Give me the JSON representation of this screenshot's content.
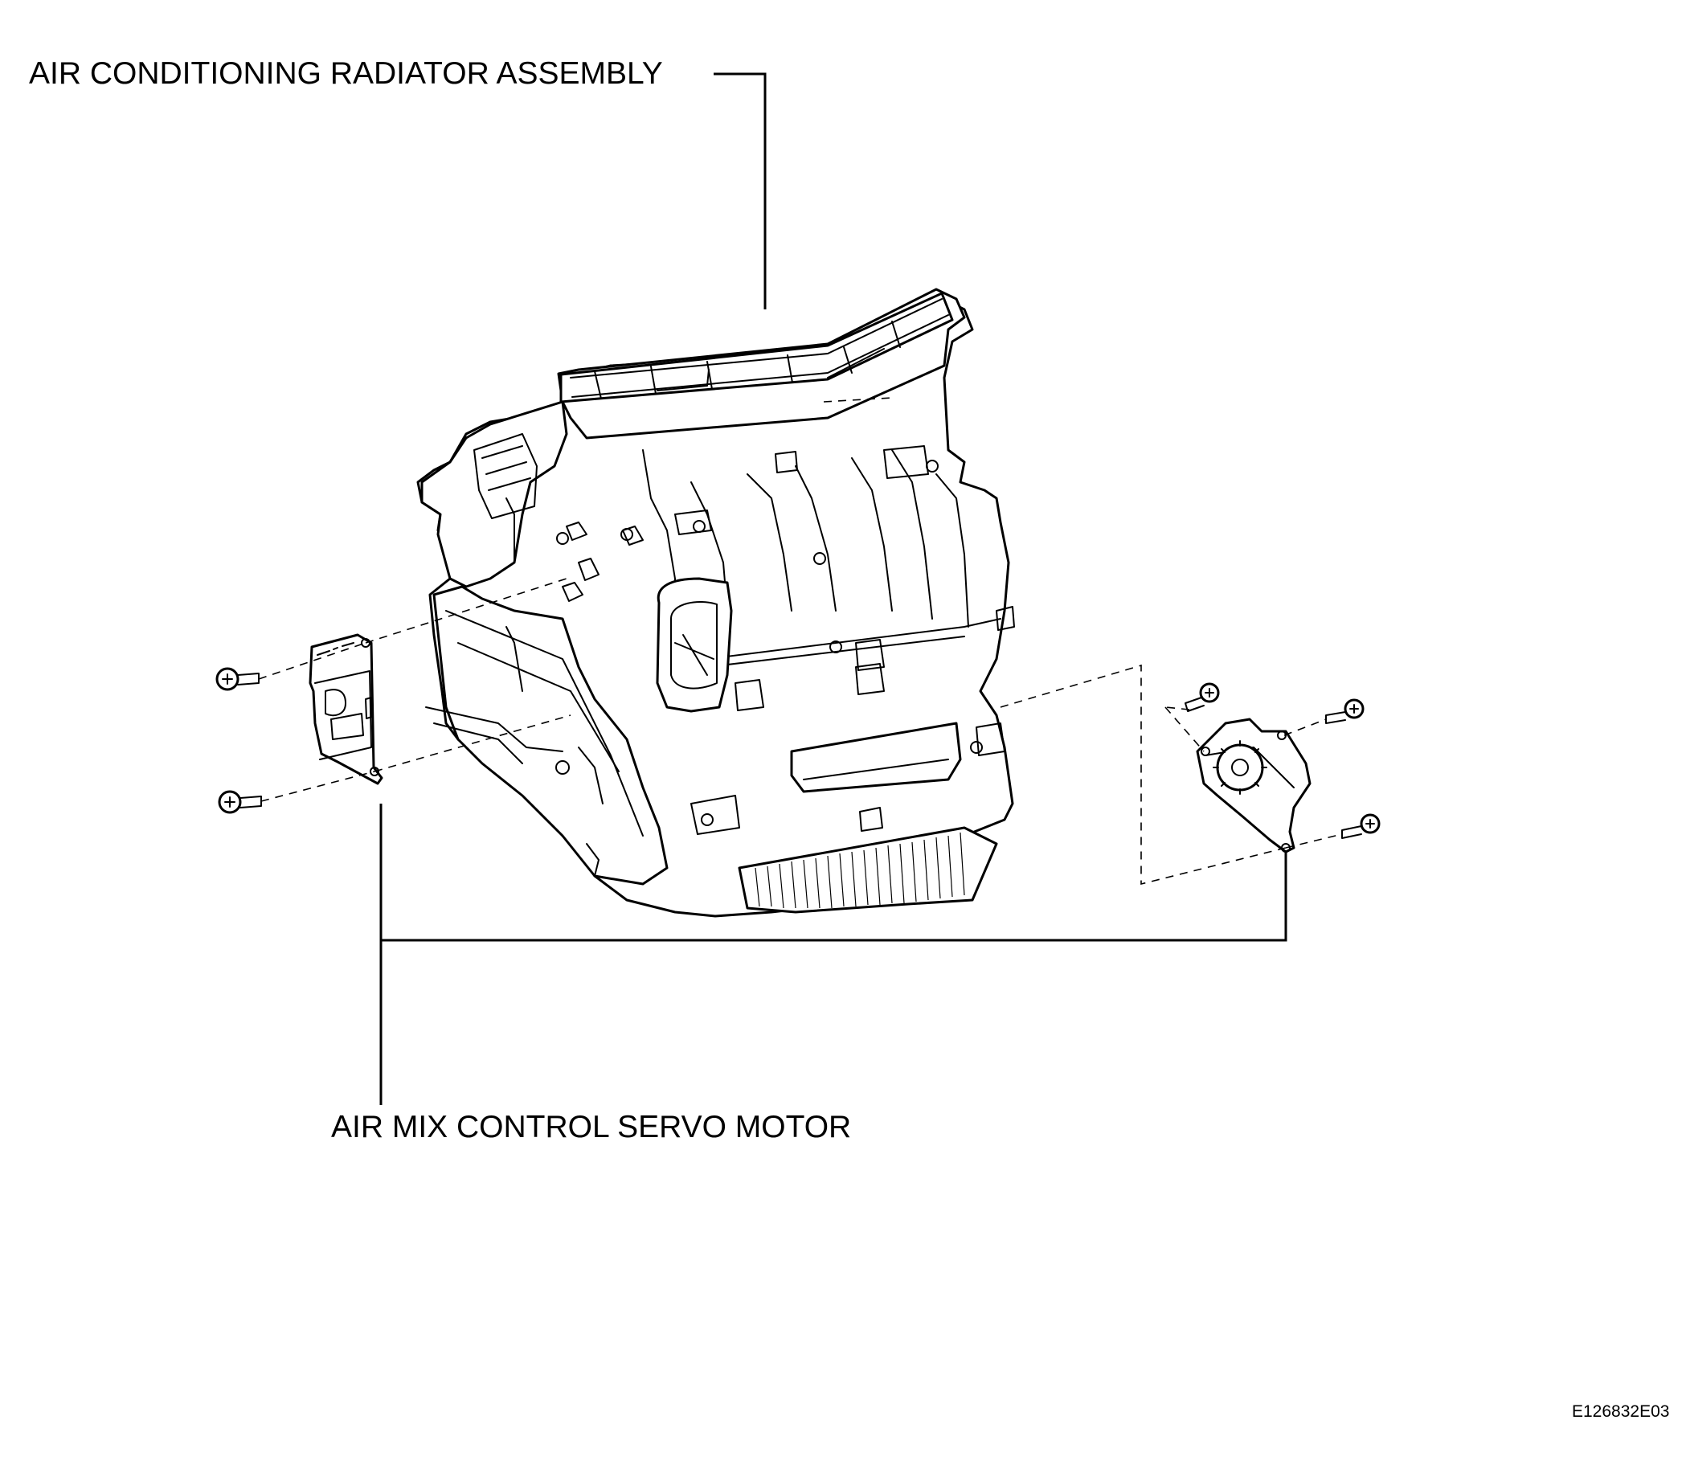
{
  "labels": {
    "radiator_assembly": "AIR CONDITIONING RADIATOR ASSEMBLY",
    "servo_motor": "AIR MIX CONTROL SERVO MOTOR",
    "figure_code": "E126832E03"
  },
  "colors": {
    "line": "#000000",
    "background": "#ffffff"
  }
}
